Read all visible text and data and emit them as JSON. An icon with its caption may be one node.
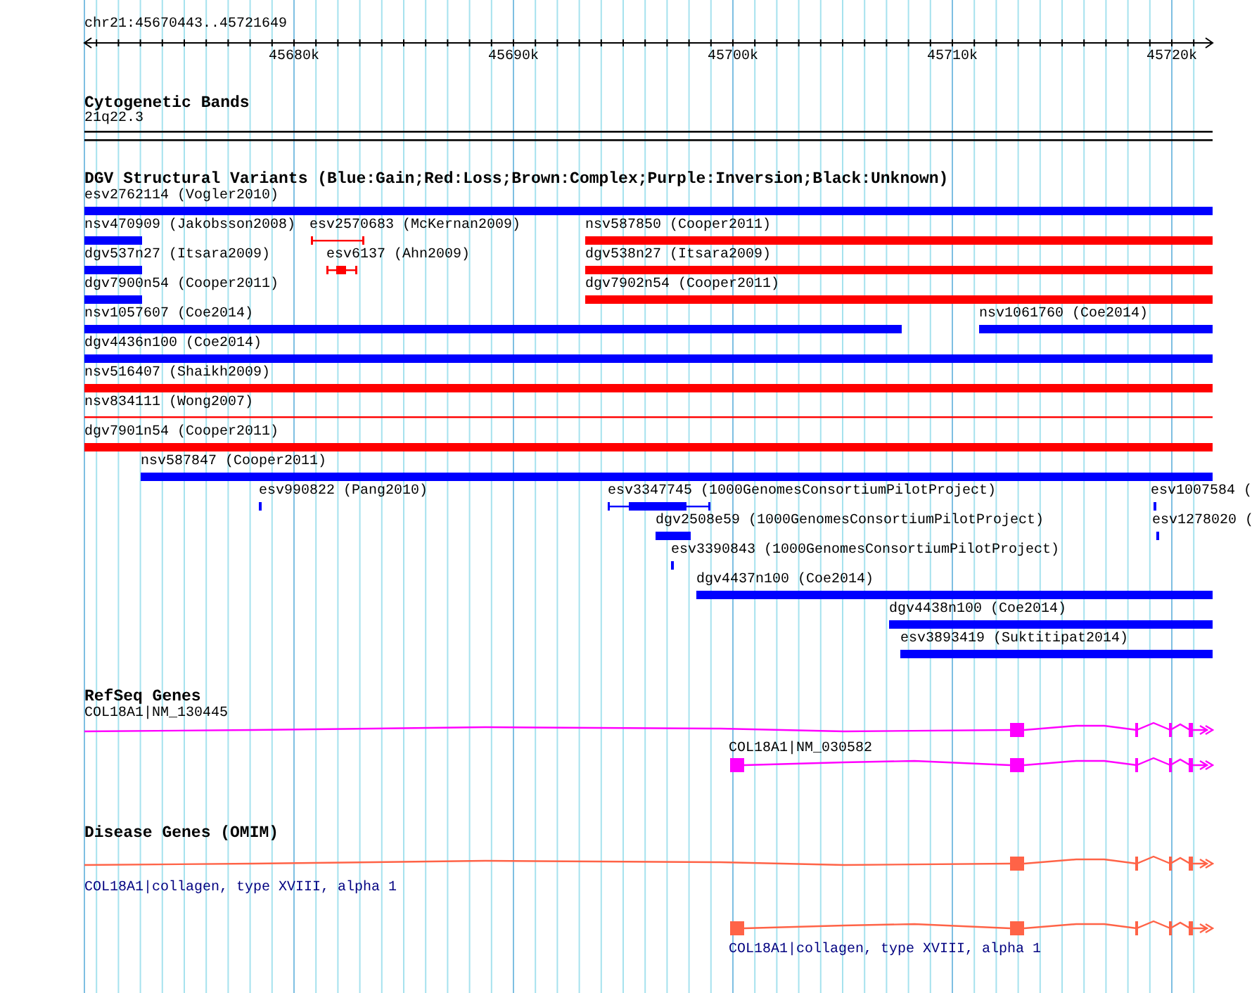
{
  "diagram": {
    "labels": [
      "chr21:45670443..45721649",
      "45680k",
      "45690k",
      "45700k",
      "45710k",
      "45720k",
      "Cytogenetic Bands",
      "21q22.3",
      "DGV Structural Variants (Blue:Gain;Red:Loss;Brown:Complex;Purple:Inversion;Black:Unknown)",
      "esv2762114 (Vogler2010)",
      "nsv470909 (Jakobsson2008)",
      "esv2570683 (McKernan2009)",
      "nsv587850 (Cooper2011)",
      "dgv537n27 (Itsara2009)",
      "esv6137 (Ahn2009)",
      "dgv538n27 (Itsara2009)",
      "dgv7900n54 (Cooper2011)",
      "dgv7902n54 (Cooper2011)",
      "nsv1057607 (Coe2014)",
      "nsv1061760 (Coe2014)",
      "dgv4436n100 (Coe2014)",
      "nsv516407 (Shaikh2009)",
      "nsv834111 (Wong2007)",
      "dgv7901n54 (Cooper2011)",
      "nsv587847 (Cooper2011)",
      "esv990822 (Pang2010)",
      "esv3347745 (1000GenomesConsortiumPilotProject)",
      "esv1007584 (",
      "dgv2508e59 (1000GenomesConsortiumPilotProject)",
      "esv1278020 (",
      "esv3390843 (1000GenomesConsortiumPilotProject)",
      "dgv4437n100 (Coe2014)",
      "dgv4438n100 (Coe2014)",
      "esv3893419 (Suktitipat2014)",
      "RefSeq Genes",
      "COL18A1|NM_130445",
      "COL18A1|NM_030582",
      "Disease Genes (OMIM)",
      "COL18A1|collagen, type XVIII, alpha 1",
      "COL18A1|collagen, type XVIII, alpha 1"
    ]
  }
}
